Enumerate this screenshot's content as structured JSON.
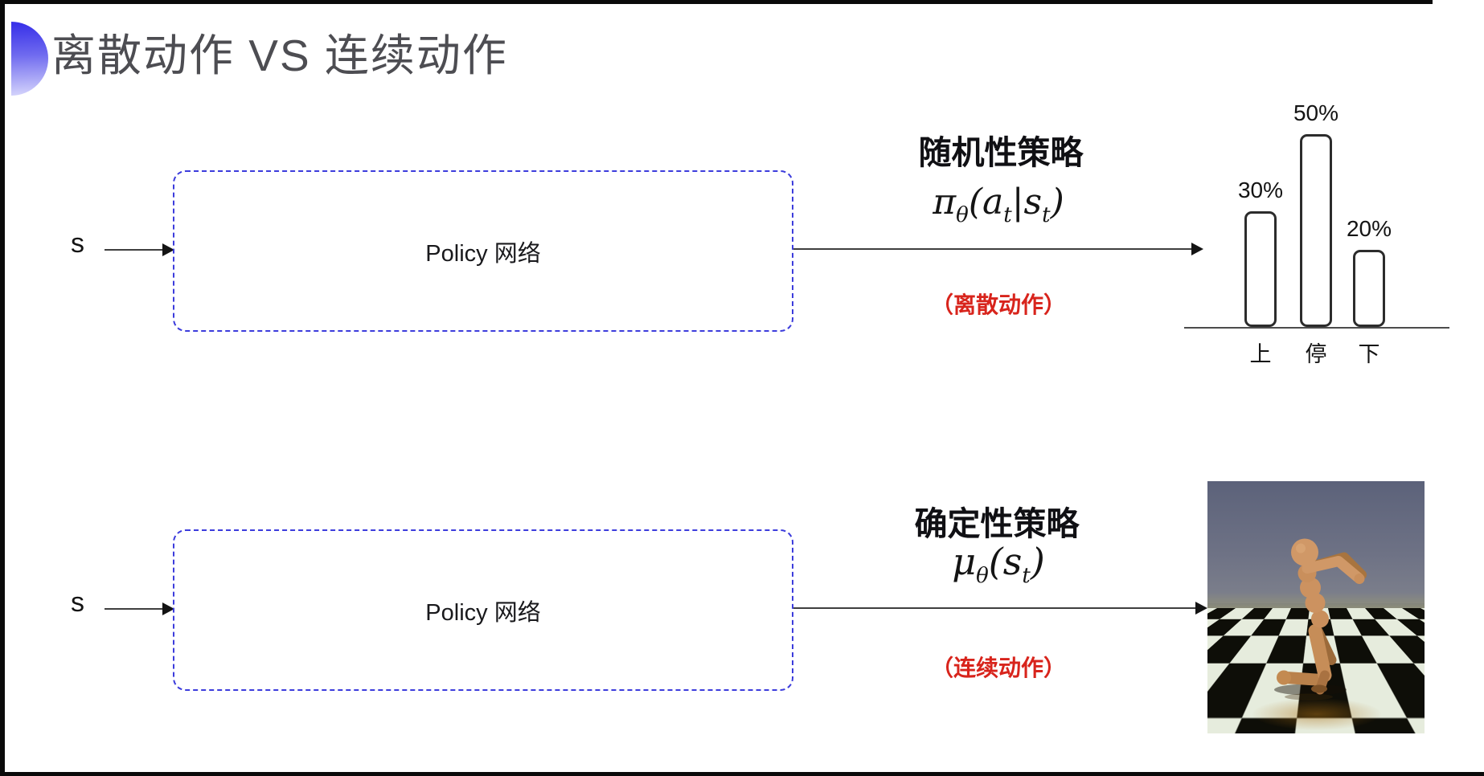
{
  "slide": {
    "title": "离散动作 VS 连续动作"
  },
  "top_row": {
    "input_label": "s",
    "box_label": "Policy 网络",
    "policy_name": "随机性策略",
    "formula": {
      "sym": "π",
      "sym_sub": "θ",
      "open": "(",
      "arg1": "a",
      "arg1_sub": "t",
      "separator": "|",
      "arg2": "s",
      "arg2_sub": "t",
      "close": ")"
    },
    "note": "（离散动作）"
  },
  "bottom_row": {
    "input_label": "s",
    "box_label": "Policy 网络",
    "policy_name": "确定性策略",
    "formula": {
      "sym": "μ",
      "sym_sub": "θ",
      "open": "(",
      "arg1": "s",
      "arg1_sub": "t",
      "close": ")"
    },
    "note": "（连续动作）"
  },
  "chart_data": {
    "type": "bar",
    "categories": [
      "上",
      "停",
      "下"
    ],
    "values": [
      30,
      50,
      20
    ],
    "value_labels": [
      "30%",
      "50%",
      "20%"
    ],
    "title": "",
    "xlabel": "",
    "ylabel": "",
    "ylim": [
      0,
      60
    ],
    "grid": false,
    "legend": false,
    "bar_style": "outlined white bars, dark border, rounded corners, baseline axis only"
  },
  "photo": {
    "alt": "MuJoCo humanoid robot running on black-and-white checkerboard floor under gray-blue sky"
  },
  "colors": {
    "box_dash_blue": "#3c3cdc",
    "note_red": "#d8241c",
    "title_gray": "#4d4d52",
    "bullet_blue_top": "#3a33e9",
    "bullet_blue_bottom": "#cfcefb"
  }
}
